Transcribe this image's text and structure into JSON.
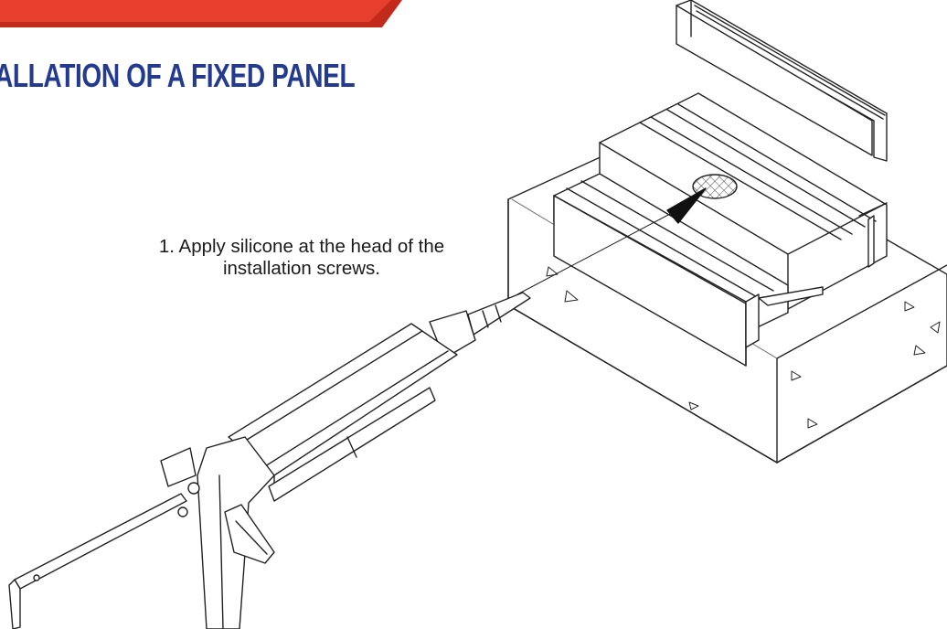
{
  "header": {
    "title": "ALLATION OF A FIXED PANEL",
    "title_color": "#233a8f",
    "banner_color": "#e8402e",
    "banner_color_dark": "#c22a1c"
  },
  "step": {
    "line1": "1. Apply silicone at the head of the",
    "line2": "installation screws."
  }
}
